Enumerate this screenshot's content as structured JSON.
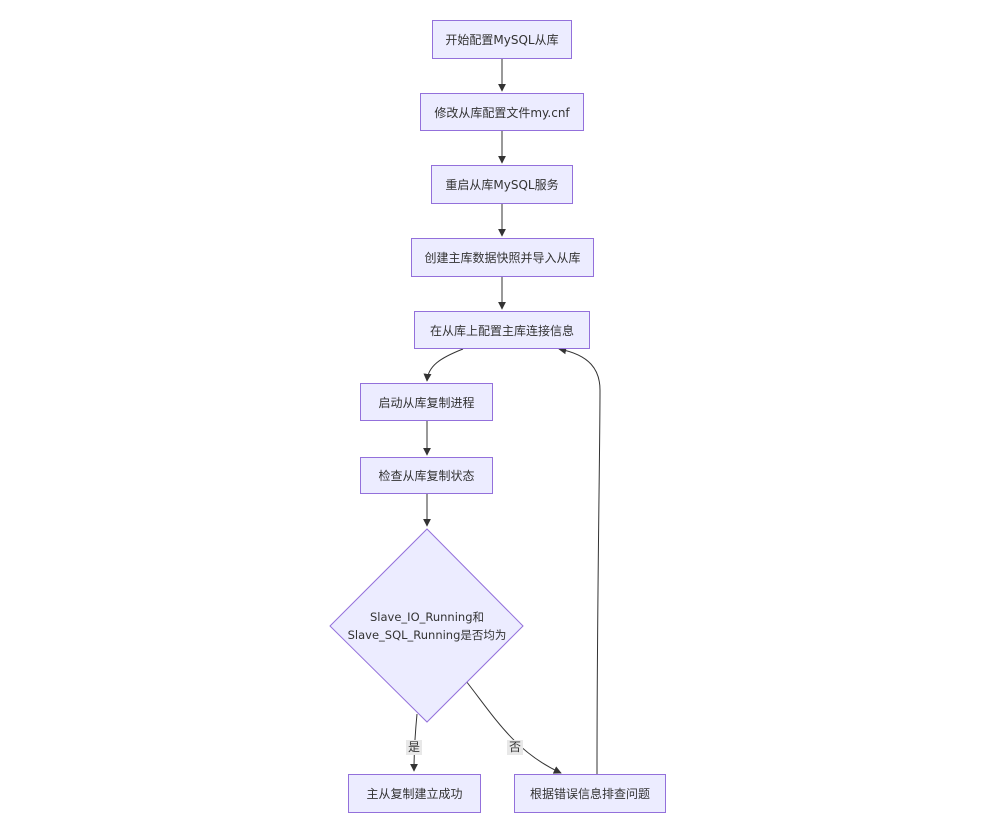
{
  "nodes": {
    "start": "开始配置MySQL从库",
    "edit_config": "修改从库配置文件my.cnf",
    "restart": "重启从库MySQL服务",
    "snapshot": "创建主库数据快照并导入从库",
    "configure_master": "在从库上配置主库连接信息",
    "start_slave": "启动从库复制进程",
    "check_status": "检查从库复制状态",
    "decision_line1": "Slave_IO_Running和",
    "decision_line2": "Slave_SQL_Running是否均为",
    "success": "主从复制建立成功",
    "troubleshoot": "根据错误信息排查问题"
  },
  "edge_labels": {
    "yes": "是",
    "no": "否"
  },
  "colors": {
    "node_fill": "#ECECFF",
    "node_stroke": "#9370DB",
    "edge": "#333333",
    "label_bg": "#e8e8e8"
  }
}
